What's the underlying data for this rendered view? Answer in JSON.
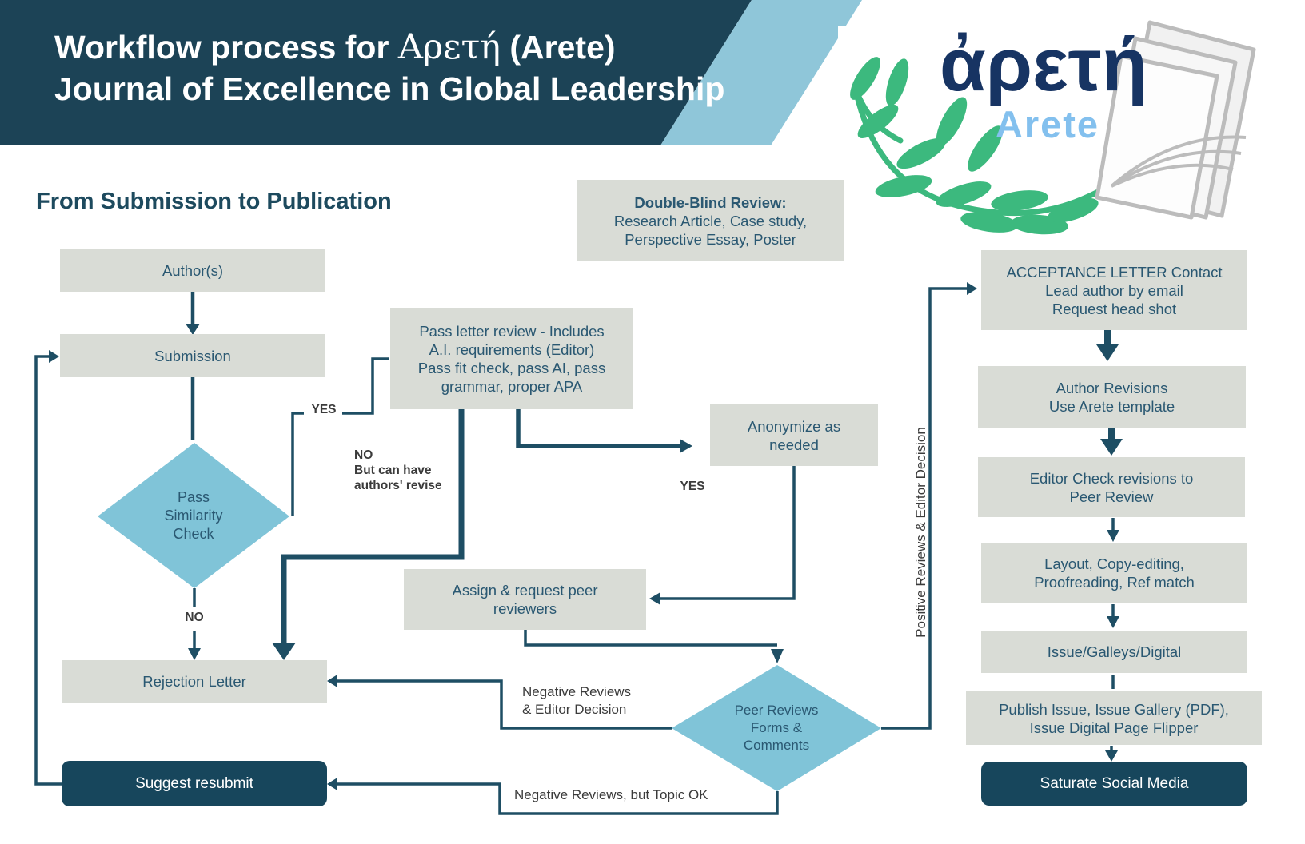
{
  "header": {
    "title_line1_part1": "Workflow process for ",
    "title_line1_greek": "Αρετή",
    "title_line1_part2": " (Arete)",
    "title_line2": "Journal of Excellence in Global Leadership"
  },
  "logo": {
    "greek": "ἀρετή",
    "latin": "Arete"
  },
  "subtitle": "From Submission to Publication",
  "nodes": {
    "authors": "Author(s)",
    "submission": "Submission",
    "similarity_check": [
      "Pass",
      "Similarity",
      "Check"
    ],
    "double_blind": [
      "Double-Blind Review:",
      "Research Article, Case study,",
      "Perspective Essay, Poster"
    ],
    "pass_letter": [
      "Pass letter review - Includes",
      "A.I. requirements (Editor)",
      "Pass fit check, pass AI, pass",
      "grammar, proper APA"
    ],
    "anonymize": [
      "Anonymize as",
      "needed"
    ],
    "assign_reviewers": [
      "Assign & request peer",
      "reviewers"
    ],
    "peer_reviews": [
      "Peer Reviews",
      "Forms &",
      "Comments"
    ],
    "rejection_letter": "Rejection Letter",
    "suggest_resubmit": "Suggest resubmit",
    "acceptance": [
      "ACCEPTANCE LETTER Contact",
      "Lead author by  email",
      "Request head shot"
    ],
    "author_revisions": [
      "Author Revisions",
      "Use Arete template"
    ],
    "editor_check": [
      "Editor Check revisions to",
      "Peer Review"
    ],
    "layout_copyedit": [
      "Layout, Copy-editing,",
      "Proofreading, Ref match"
    ],
    "issue_galleys": "Issue/Galleys/Digital",
    "publish_issue": [
      "Publish Issue, Issue Gallery (PDF),",
      "Issue Digital Page Flipper"
    ],
    "saturate_social": "Saturate Social Media"
  },
  "labels": {
    "yes_similarity": "YES",
    "no_similarity": "NO",
    "no_but_revise": [
      "NO",
      "But can have",
      "authors' revise"
    ],
    "yes_anonymize": "YES",
    "negative_editor": [
      "Negative Reviews",
      "& Editor Decision"
    ],
    "negative_topic": "Negative Reviews, but Topic OK",
    "positive_editor": "Positive Reviews & Editor Decision"
  },
  "colors": {
    "header_navy": "#1c4356",
    "band_blue": "#8fc6d9",
    "box_gray": "#d9dcd6",
    "diamond_blue": "#80c4d8",
    "dark_box": "#17465c",
    "line": "#1e4e64",
    "box_text": "#2a5872",
    "label_text": "#3b3b3b",
    "logo_navy": "#173463",
    "logo_blue": "#83c0ee",
    "leaf_green": "#3cb97e",
    "book_gray": "#bcbcbc"
  }
}
